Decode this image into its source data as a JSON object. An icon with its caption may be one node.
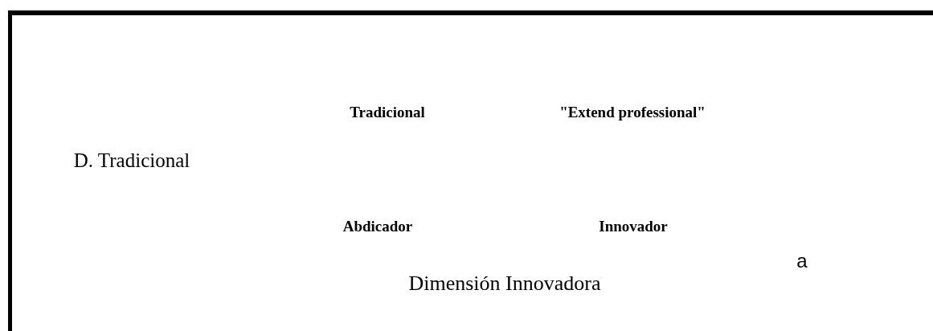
{
  "diagram": {
    "labels": [
      "Tradicional",
      "\"Extend professional\"",
      "D. Tradicional",
      "Abdicador",
      "Innovador",
      "a",
      "Dimensión Innovadora"
    ]
  }
}
